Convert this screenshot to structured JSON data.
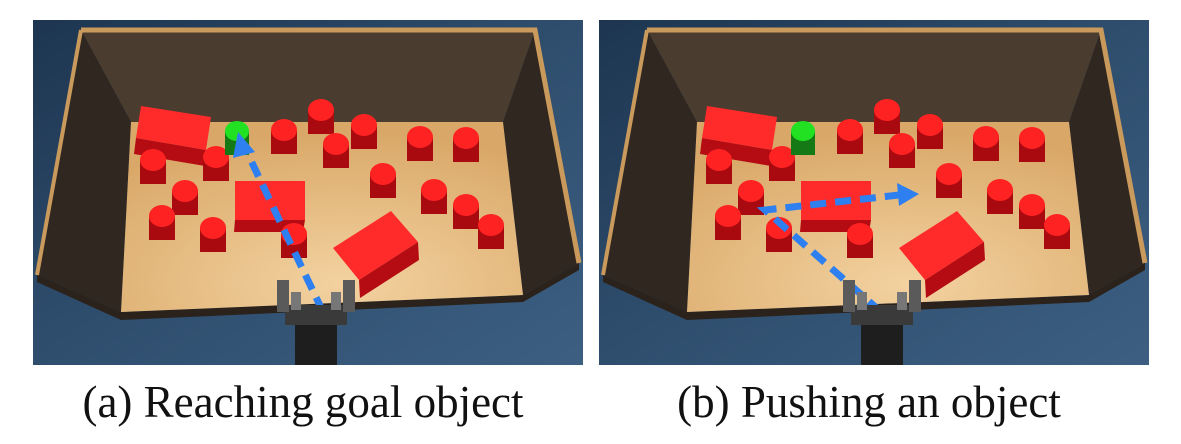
{
  "figure": {
    "panels": [
      {
        "id": "a",
        "caption": "(a) Reaching goal object",
        "task": "reaching"
      },
      {
        "id": "b",
        "caption": "(b) Pushing an object",
        "task": "pushing"
      }
    ],
    "colors": {
      "background": "#2c4763",
      "wall": "#3a3128",
      "rim": "#c99a5c",
      "floor": "#e2b47a",
      "obstacle": "#e0121b",
      "goal_object": "#22dd22",
      "path_arrow": "#2e7ff0",
      "gripper": "#2a2a2a"
    },
    "icons": [
      "robot-gripper-icon",
      "dashed-arrow-icon"
    ]
  }
}
